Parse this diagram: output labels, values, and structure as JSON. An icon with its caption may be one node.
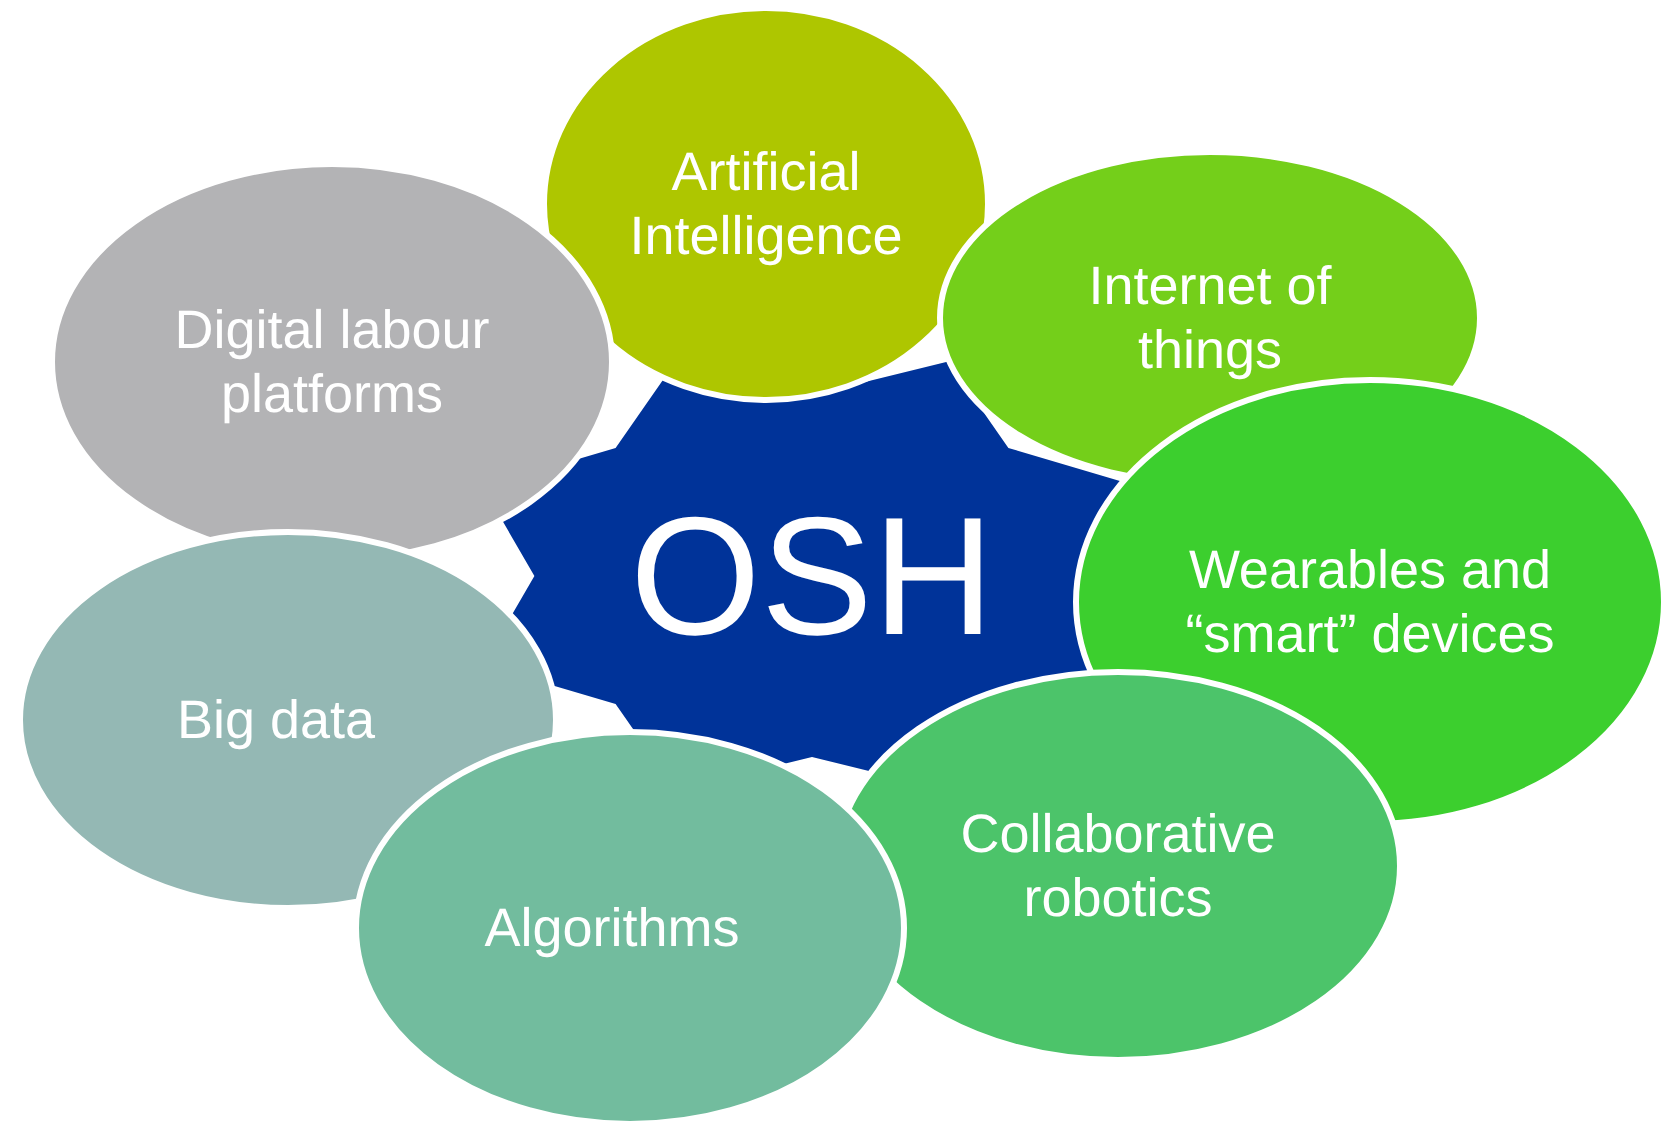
{
  "diagram": {
    "nodes": [
      {
        "text": [
          "OSH"
        ]
      },
      {
        "text": [
          "Artificial Intelligence"
        ]
      },
      {
        "text": [
          "Digital labour platforms"
        ]
      },
      {
        "text": [
          "Internet of things"
        ]
      },
      {
        "text": [
          "Wearables and “smart” devices"
        ]
      },
      {
        "text": [
          "Big data"
        ]
      },
      {
        "text": [
          "Collaborative robotics"
        ]
      },
      {
        "text": [
          "Algorithms"
        ]
      }
    ]
  }
}
